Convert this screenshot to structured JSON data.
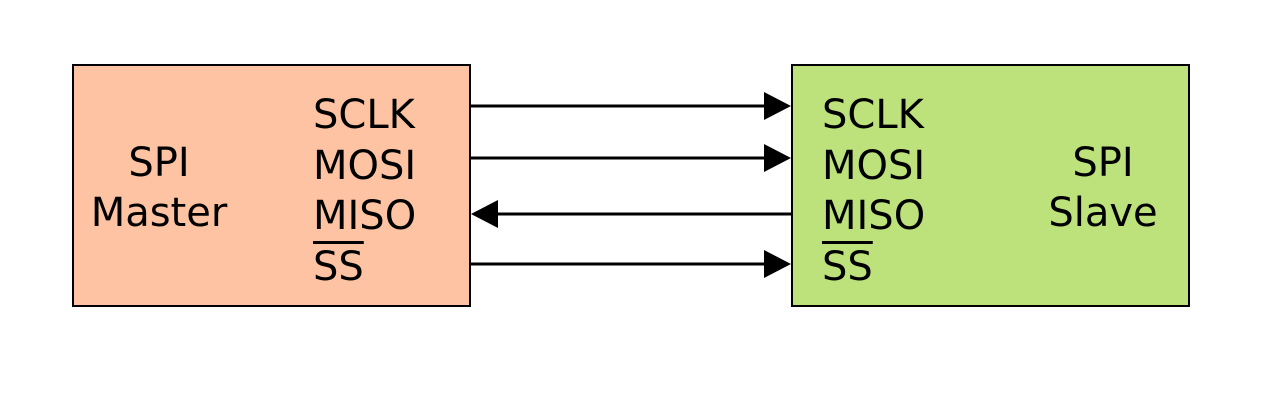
{
  "master": {
    "title_line1": "SPI",
    "title_line2": "Master",
    "color": "#fec3a2",
    "pins": [
      "SCLK",
      "MOSI",
      "MISO",
      "SS"
    ]
  },
  "slave": {
    "title_line1": "SPI",
    "title_line2": "Slave",
    "color": "#bde27b",
    "pins": [
      "SCLK",
      "MOSI",
      "MISO",
      "SS"
    ]
  },
  "signals": [
    {
      "name": "SCLK",
      "direction": "master-to-slave"
    },
    {
      "name": "MOSI",
      "direction": "master-to-slave"
    },
    {
      "name": "MISO",
      "direction": "slave-to-master"
    },
    {
      "name": "SS",
      "direction": "master-to-slave",
      "active_low": true
    }
  ]
}
